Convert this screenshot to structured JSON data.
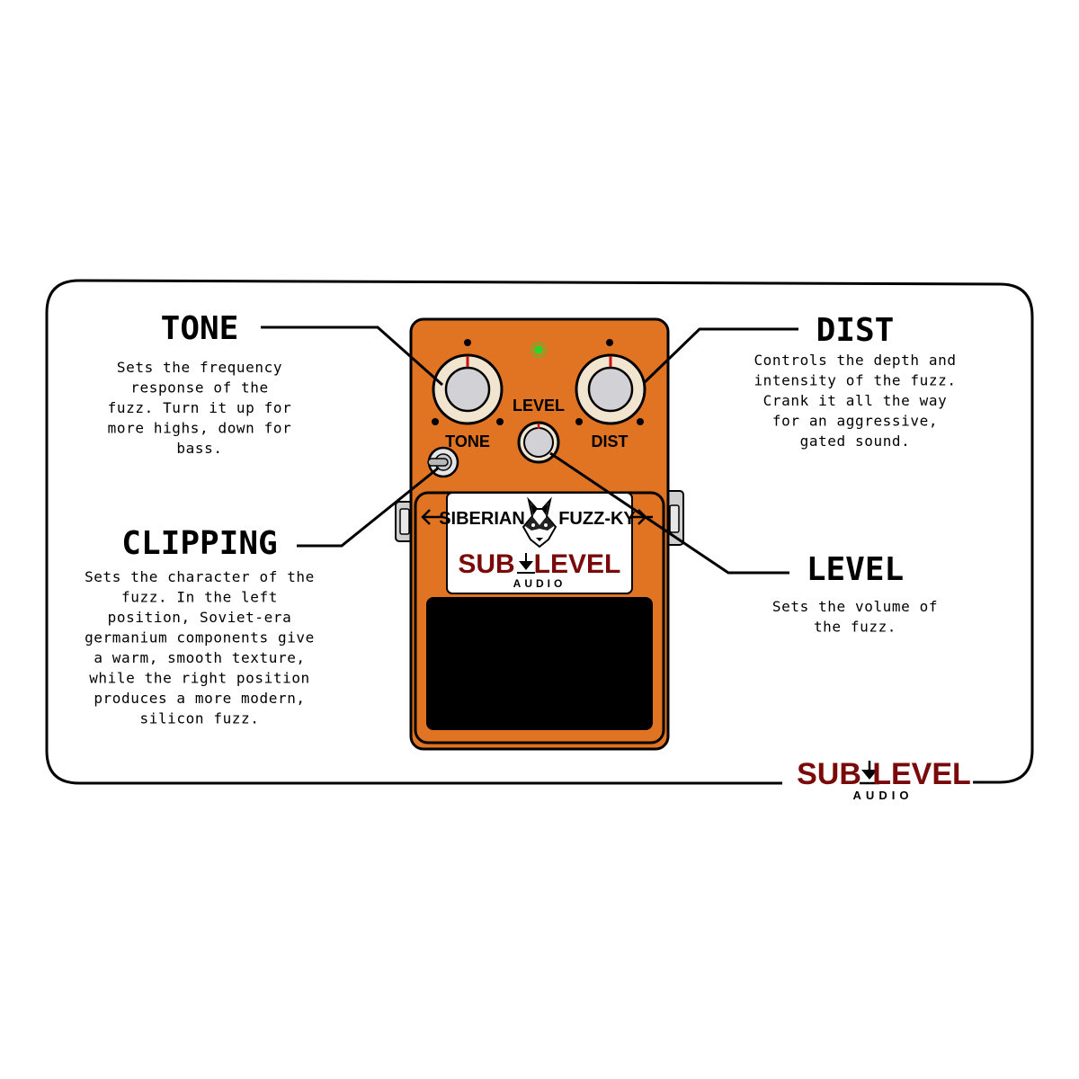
{
  "controls": {
    "tone": {
      "heading": "TONE",
      "description": [
        "Sets the frequency",
        "response of the",
        "fuzz. Turn it up for",
        "more highs, down for",
        "bass."
      ],
      "knob_label": "TONE"
    },
    "dist": {
      "heading": "DIST",
      "description": [
        "Controls the depth and",
        "intensity of the fuzz.",
        "Crank it all the way",
        "for an aggressive,",
        "gated sound."
      ],
      "knob_label": "DIST"
    },
    "clipping": {
      "heading": "CLIPPING",
      "description": [
        "Sets the character of the",
        "fuzz. In the left",
        "position, Soviet-era",
        "germanium components give",
        "a warm, smooth texture,",
        "while the right position",
        "produces a more modern,",
        "silicon fuzz."
      ]
    },
    "level": {
      "heading": "LEVEL",
      "description": [
        "Sets the volume of",
        "the fuzz."
      ],
      "knob_label": "LEVEL"
    }
  },
  "pedal": {
    "name_left": "SIBERIAN",
    "name_right": "FUZZ-KY",
    "brand_left": "SUB",
    "brand_right": "LEVEL",
    "brand_sub": "AUDIO",
    "mascot_icon": "husky-icon",
    "led_icon": "led-indicator-icon"
  },
  "footer_logo": {
    "left": "SUB",
    "right": "LEVEL",
    "sub": "AUDIO"
  },
  "colors": {
    "pedal_orange": "#e07422",
    "brand_red": "#7a0a0a",
    "knob_cream": "#f1e5cf",
    "knob_grey": "#d2d2d6",
    "led_green": "#2ed42e",
    "pointer_red": "#cc1111"
  }
}
